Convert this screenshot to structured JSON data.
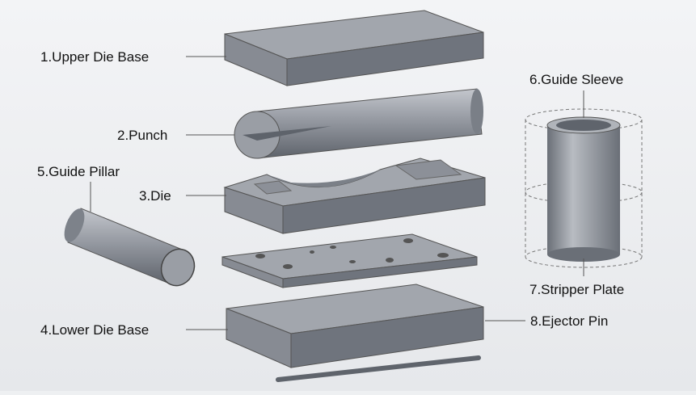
{
  "diagram": {
    "labels": {
      "upper_die_base": "1.Upper Die Base",
      "punch": "2.Punch",
      "die": "3.Die",
      "lower_die_base": "4.Lower Die Base",
      "guide_pillar": "5.Guide Pillar",
      "guide_sleeve": "6.Guide Sleeve",
      "stripper_plate": "7.Stripper Plate",
      "ejector_pin": "8.Ejector Pin"
    },
    "colors": {
      "background": "#eef0f2",
      "metal_top": "#9ea2aa",
      "metal_front": "#6e737c",
      "metal_side": "#878b93",
      "leader": "#555555"
    }
  }
}
